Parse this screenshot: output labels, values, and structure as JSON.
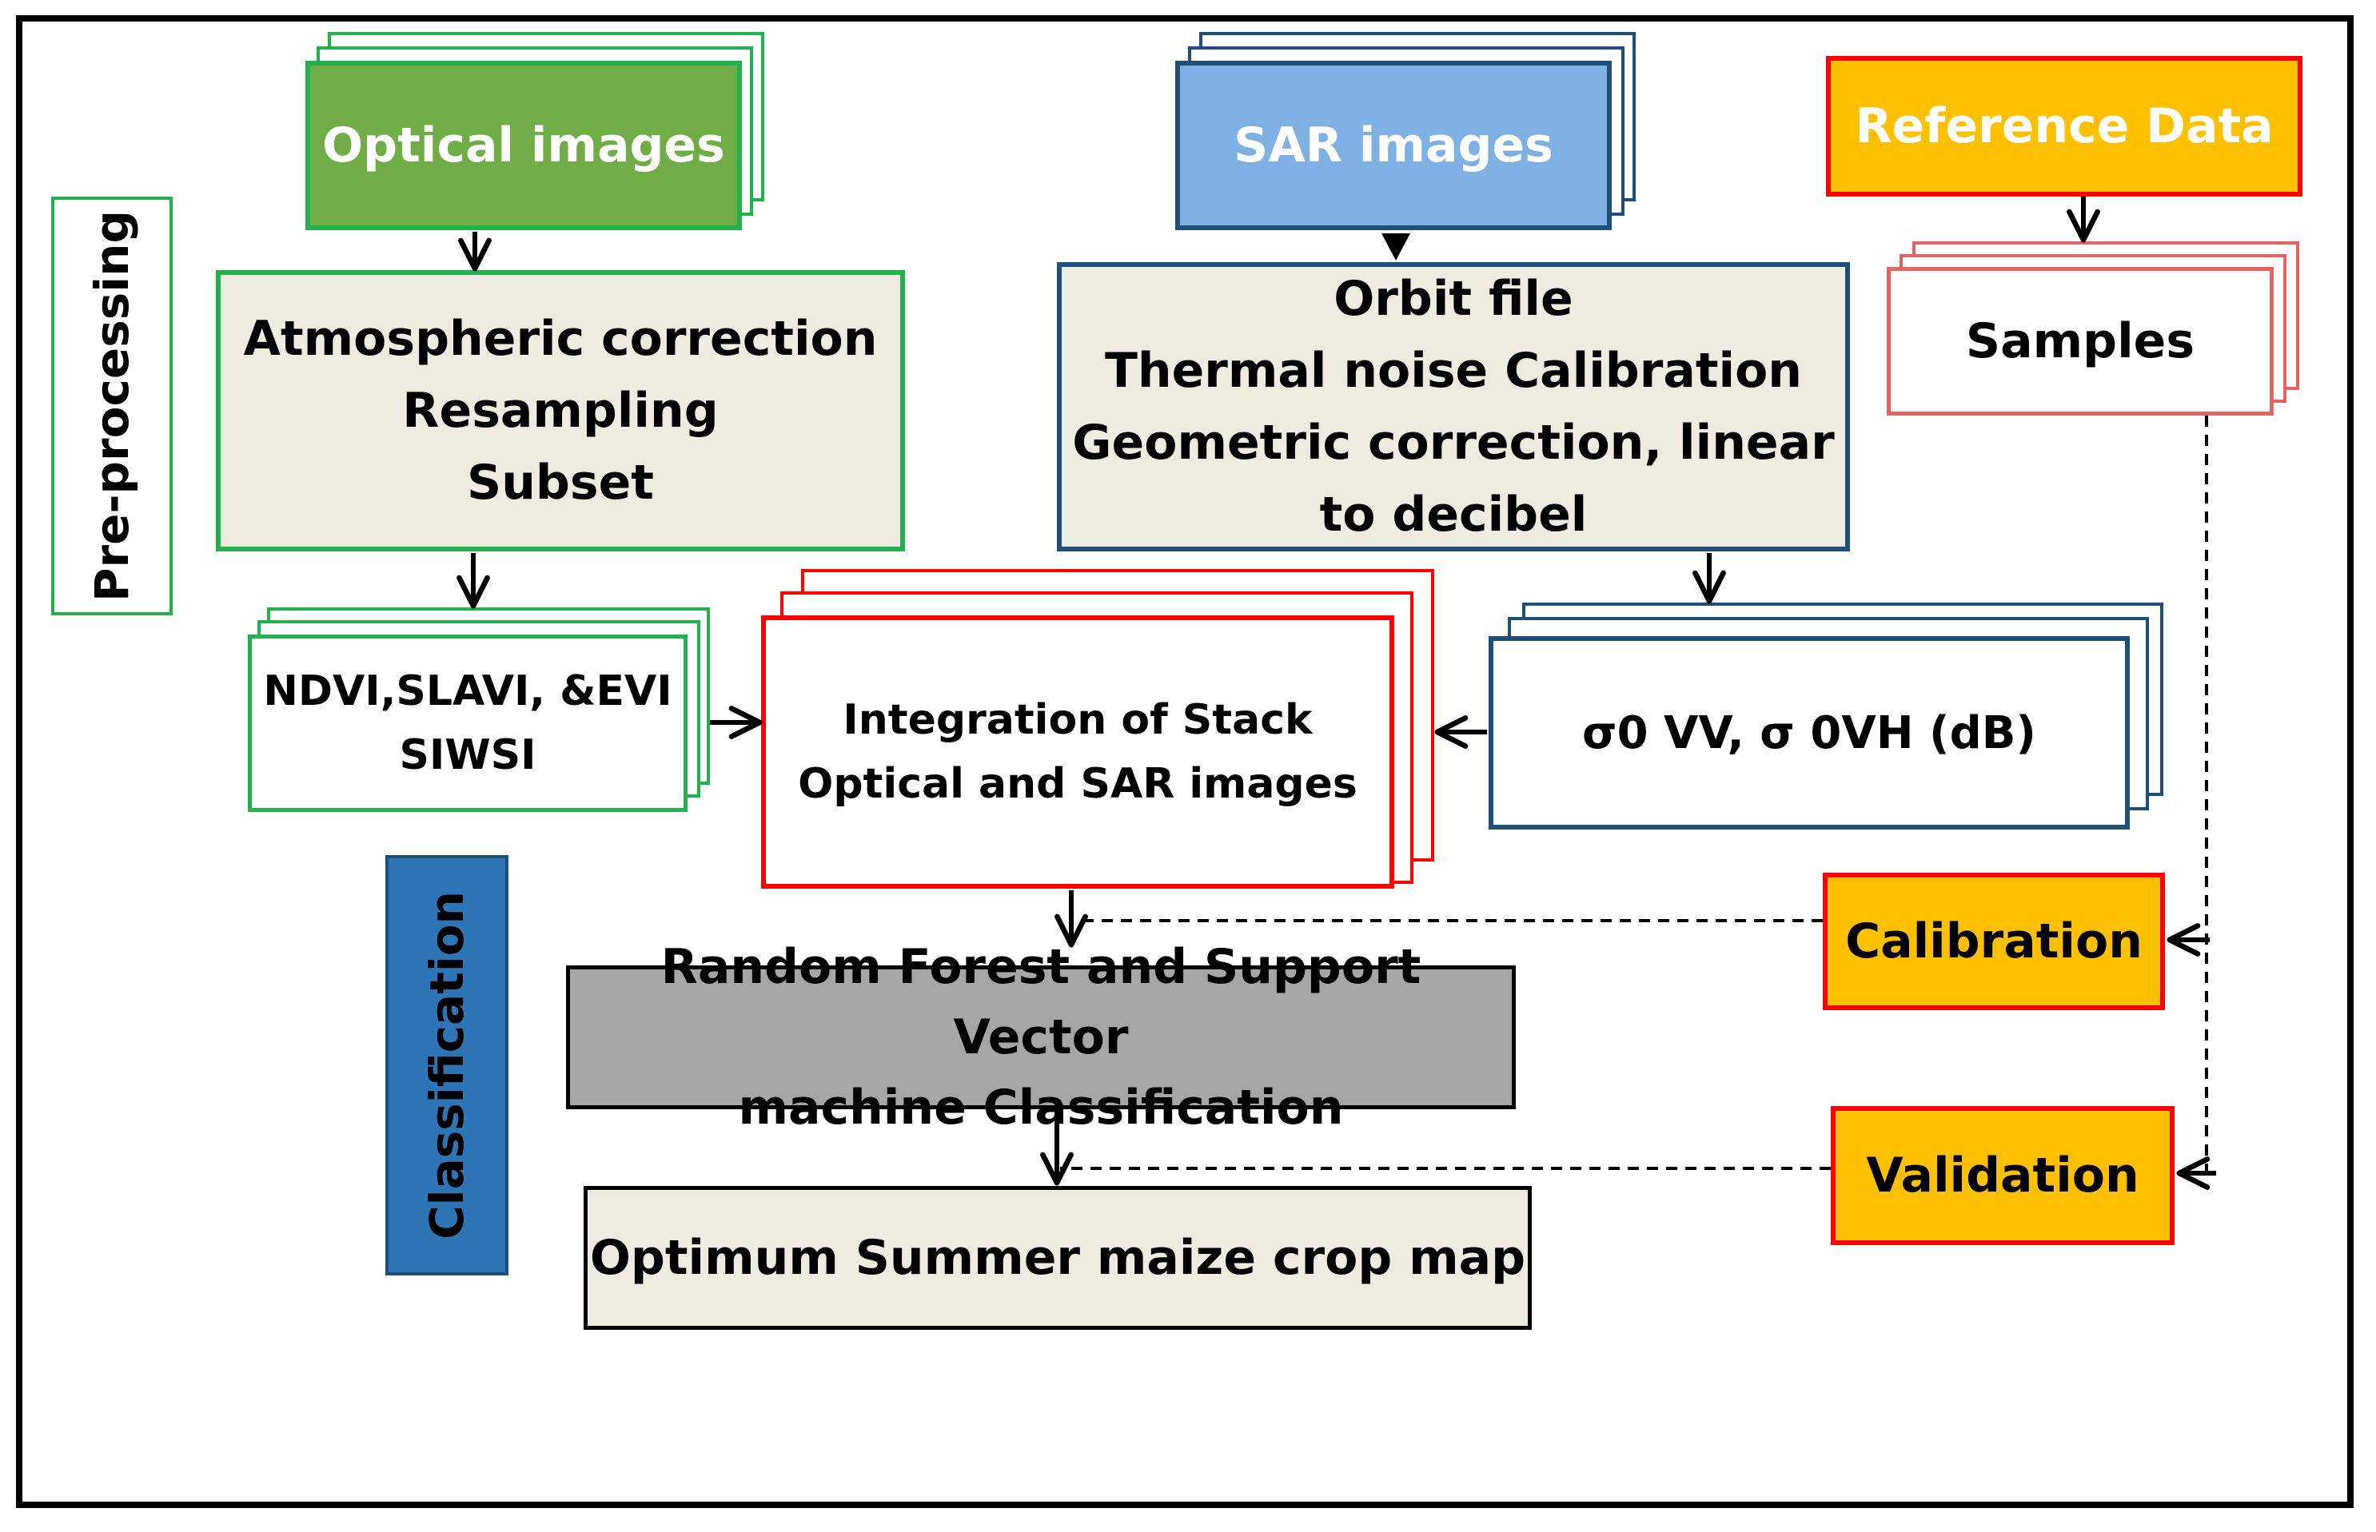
{
  "sections": {
    "preprocessing_label": "Pre-processing",
    "classification_label": "Classification"
  },
  "nodes": {
    "optical_images": "Optical images",
    "sar_images": "SAR images",
    "reference_data": "Reference Data",
    "optical_preprocessing": "Atmospheric correction\nResampling\nSubset",
    "sar_preprocessing": "Orbit  file\nThermal noise Calibration\nGeometric correction, linear\nto decibel",
    "samples": "Samples",
    "indices": "NDVI,SLAVI, &EVI\nSIWSI",
    "integration": "Integration of  Stack\nOptical and SAR images",
    "backscatter": "σ0  VV, σ 0VH (dB)",
    "calibration": "Calibration",
    "classifier": "Random Forest and Support Vector\nmachine Classification",
    "validation": "Validation",
    "output_map": "Optimum Summer maize crop map"
  },
  "colors": {
    "optical_green": "#70ad47",
    "green_border": "#22b14c",
    "sar_blue": "#7eb0e3",
    "blue_border": "#1f4e79",
    "reference_orange": "#ffc000",
    "red_border": "#ff0000",
    "samples_border": "#e06666",
    "processing_beige": "#eeece1",
    "classifier_gray": "#a6a6a6",
    "classification_label_blue": "#2e75b6",
    "frame_black": "#000000"
  }
}
